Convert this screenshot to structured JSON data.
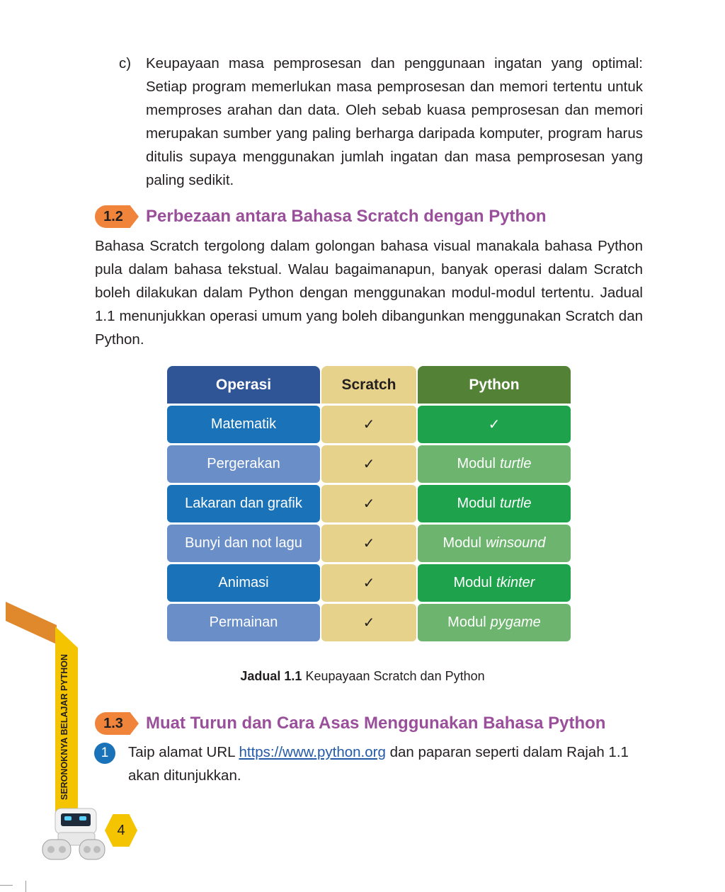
{
  "item_c": {
    "label": "c)",
    "text": "Keupayaan masa pemprosesan dan penggunaan ingatan yang optimal: Setiap program memerlukan masa pemprosesan dan memori tertentu untuk memproses arahan dan data. Oleh sebab kuasa pemprosesan dan memori merupakan sumber yang paling berharga daripada komputer, program harus ditulis supaya menggunakan jumlah ingatan dan masa pemprosesan yang paling sedikit."
  },
  "section_1_2": {
    "number": "1.2",
    "title": "Perbezaan antara Bahasa Scratch dengan Python",
    "body": "Bahasa Scratch tergolong dalam golongan bahasa visual manakala bahasa Python pula dalam bahasa tekstual. Walau bagaimanapun, banyak operasi dalam Scratch boleh dilakukan dalam Python dengan menggunakan modul-modul tertentu. Jadual 1.1 menunjukkan operasi umum yang boleh dibangunkan menggunakan Scratch dan Python."
  },
  "table": {
    "headers": [
      "Operasi",
      "Scratch",
      "Python"
    ],
    "rows": [
      {
        "op": "Matematik",
        "scratch": "✓",
        "py_prefix": "✓",
        "py_module": ""
      },
      {
        "op": "Pergerakan",
        "scratch": "✓",
        "py_prefix": "Modul",
        "py_module": "turtle"
      },
      {
        "op": "Lakaran dan grafik",
        "scratch": "✓",
        "py_prefix": "Modul",
        "py_module": "turtle"
      },
      {
        "op": "Bunyi dan not lagu",
        "scratch": "✓",
        "py_prefix": "Modul",
        "py_module": "winsound"
      },
      {
        "op": "Animasi",
        "scratch": "✓",
        "py_prefix": "Modul",
        "py_module": "tkinter"
      },
      {
        "op": "Permainan",
        "scratch": "✓",
        "py_prefix": "Modul",
        "py_module": "pygame"
      }
    ],
    "caption_label": "Jadual 1.1",
    "caption_text": "Keupayaan Scratch dan Python"
  },
  "section_1_3": {
    "number": "1.3",
    "title": "Muat Turun dan Cara Asas Menggunakan Bahasa Python",
    "step_number": "1",
    "step_before": "Taip alamat URL ",
    "step_link": "https://www.python.org",
    "step_after": " dan paparan seperti dalam Rajah 1.1 akan ditunjukkan."
  },
  "side_band_text": "SERONOKNYA BELAJAR PYTHON",
  "page_number": "4"
}
